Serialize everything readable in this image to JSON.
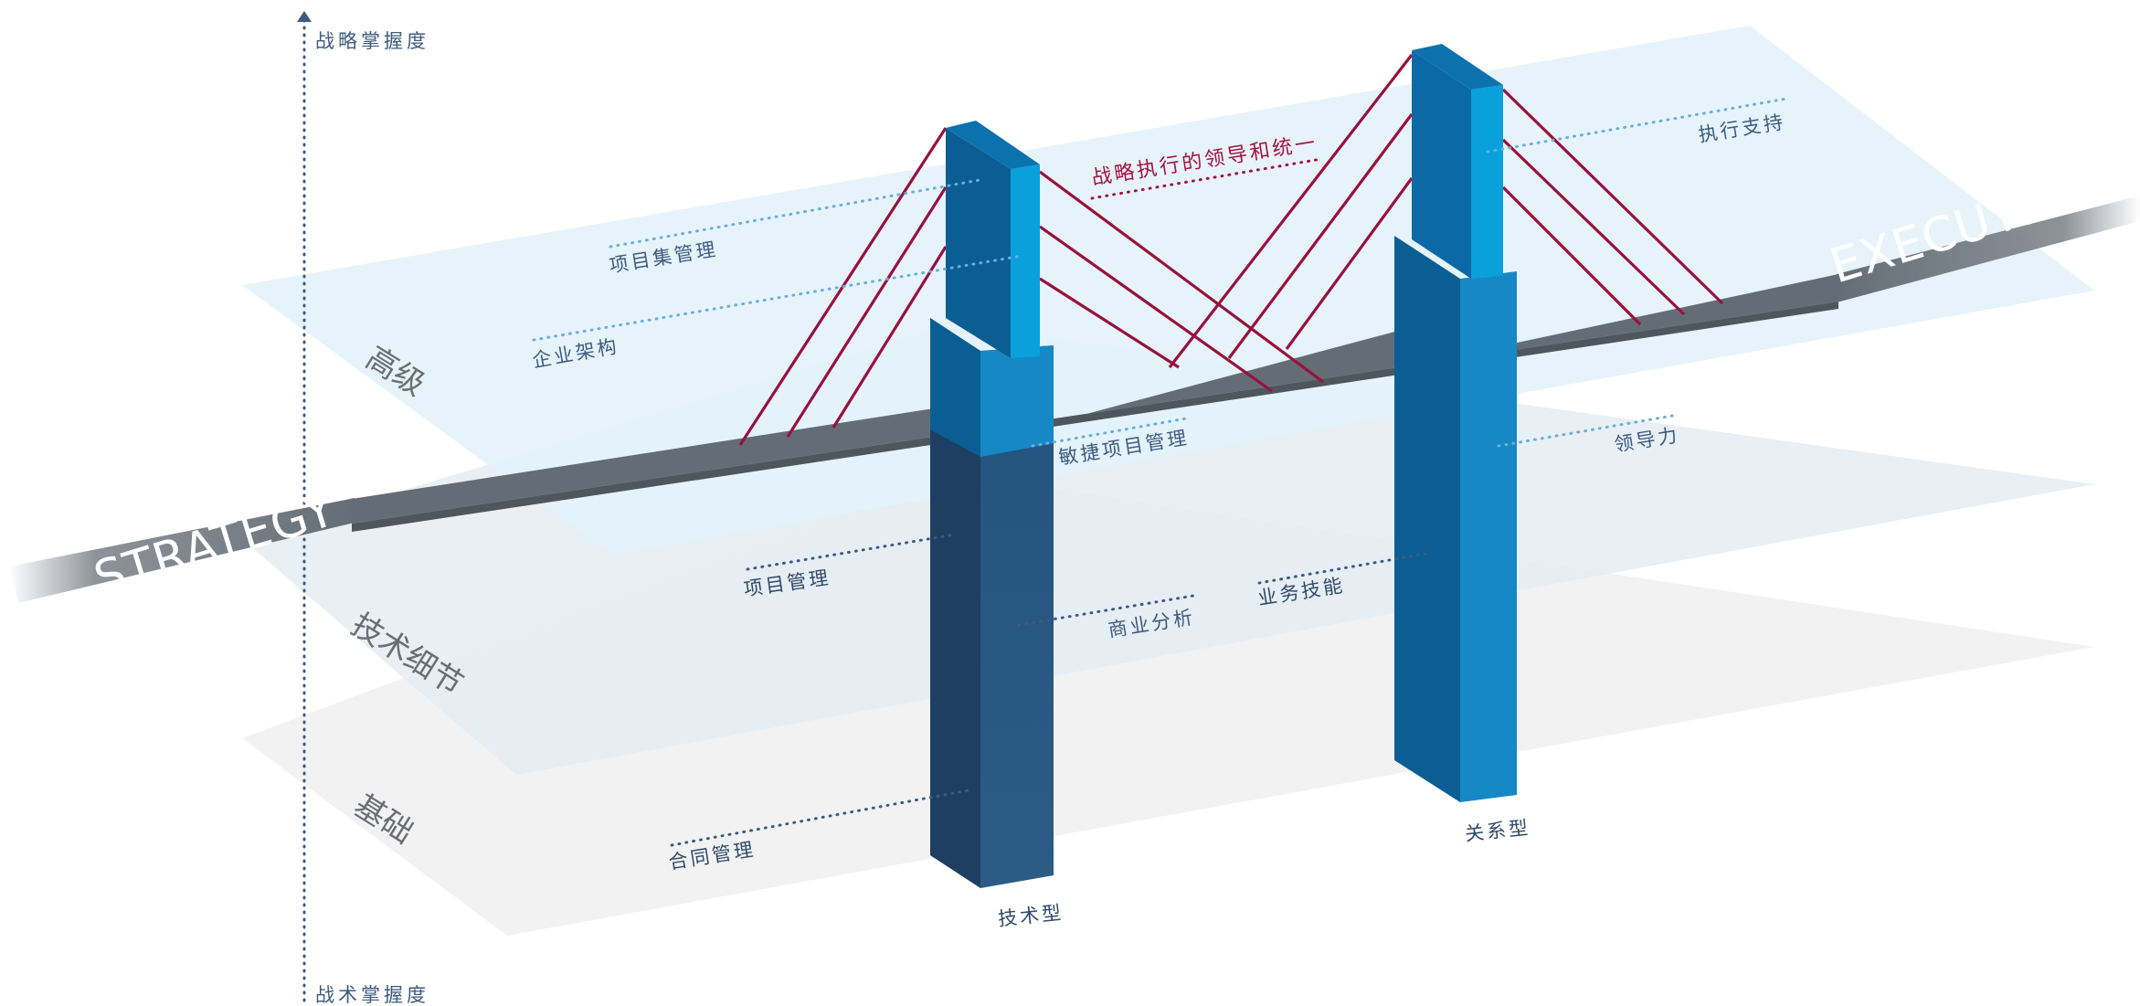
{
  "axis": {
    "top_label": "战略掌握度",
    "bottom_label": "战术掌握度"
  },
  "layers": {
    "high": "高级",
    "technical": "技术细节",
    "foundation": "基础"
  },
  "bridge": {
    "left_text": "STRATEGY",
    "right_text": "EXECUTION"
  },
  "towers": {
    "technical": "技术型",
    "relationship": "关系型"
  },
  "items": {
    "program_mgmt": "项目集管理",
    "enterprise_arch": "企业架构",
    "strategy_alignment": "战略执行的领导和统一",
    "execution_support": "执行支持",
    "agile_pm": "敏捷项目管理",
    "leadership": "领导力",
    "project_mgmt": "项目管理",
    "business_analysis": "商业分析",
    "business_skills": "业务技能",
    "contract_mgmt": "合同管理"
  },
  "colors": {
    "plane_top": "#e6f4fb",
    "plane_mid": "#e9eef4",
    "plane_bottom": "#f2f2f2",
    "deck": "#646d75",
    "tower_front": "#1688c6",
    "tower_side": "#0b5e93",
    "tower_top_cap": "#0aa0dc",
    "cable": "#98113c",
    "label_blue": "#3d5b7e",
    "label_red": "#a3123f"
  }
}
